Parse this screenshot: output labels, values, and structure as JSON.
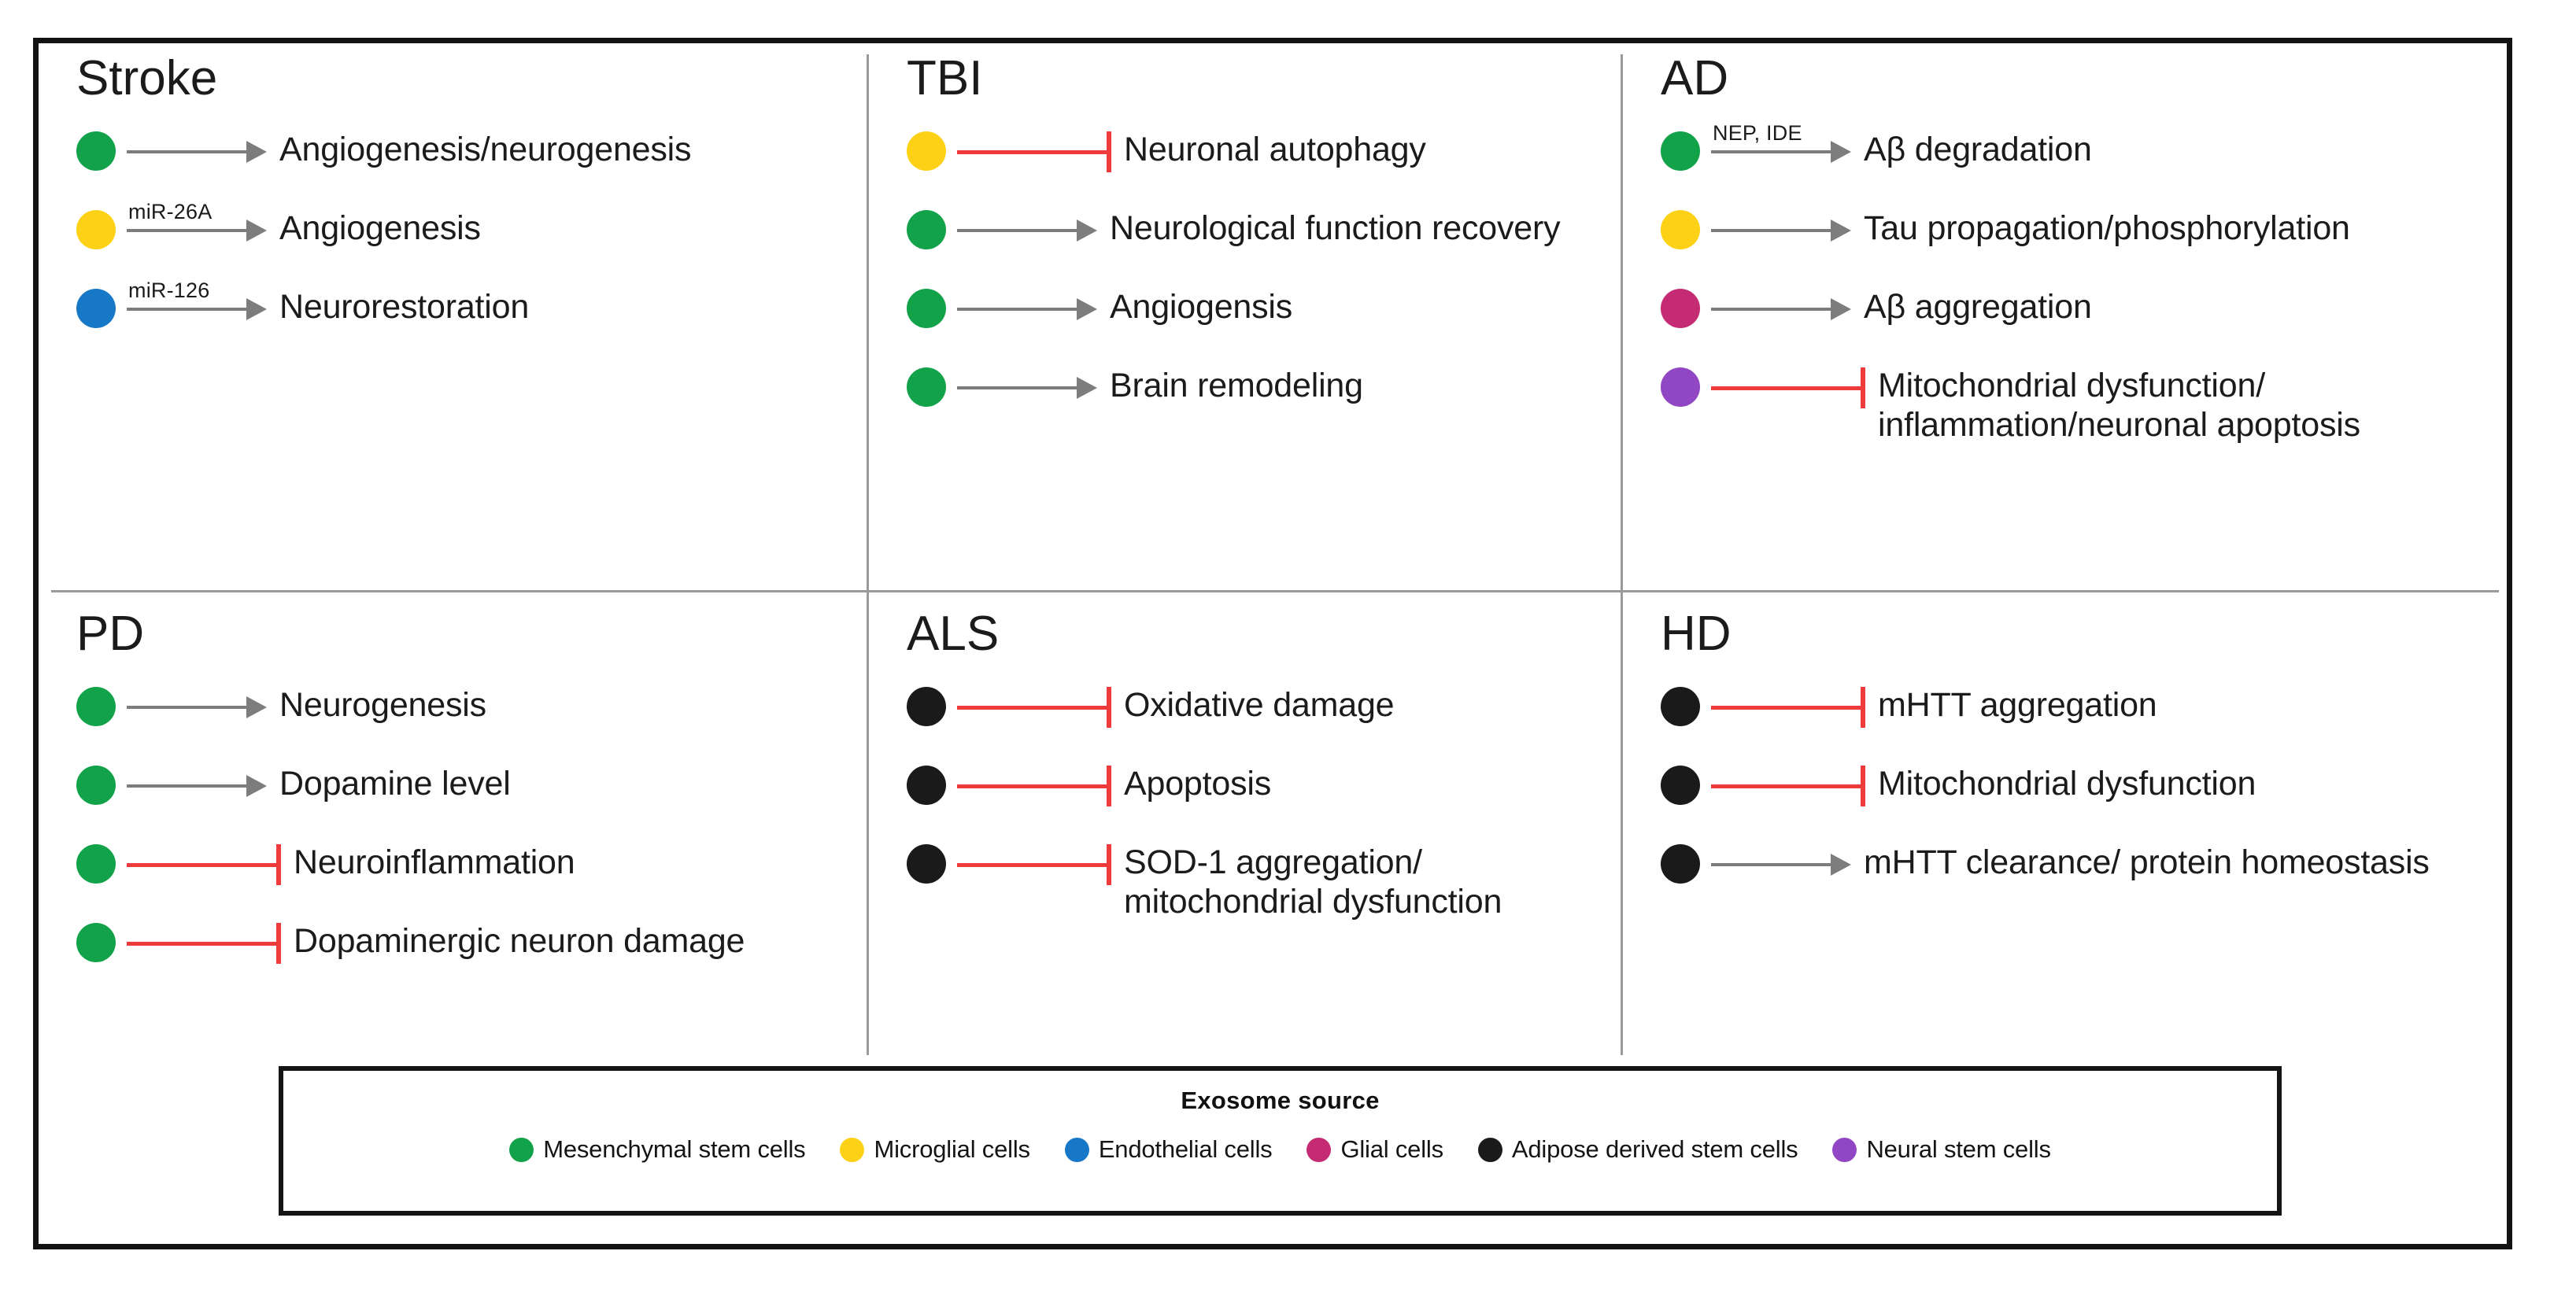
{
  "colors": {
    "green": "#12A24A",
    "yellow": "#FCD116",
    "blue": "#1878C8",
    "magenta": "#C42B73",
    "black": "#1A1A1A",
    "purple": "#9146C4",
    "arrow_gray": "#7D7D7D",
    "inhibit_red": "#EF3B3B",
    "frame_black": "#121212",
    "divider_gray": "#9A9A9A"
  },
  "panels": {
    "stroke": {
      "title": "Stroke",
      "rows": [
        {
          "color": "green",
          "relation": "promote",
          "cap": "",
          "label": "Angiogenesis/neurogenesis"
        },
        {
          "color": "yellow",
          "relation": "promote",
          "cap": "miR-26A",
          "label": "Angiogenesis"
        },
        {
          "color": "blue",
          "relation": "promote",
          "cap": "miR-126",
          "label": "Neurorestoration"
        }
      ]
    },
    "tbi": {
      "title": "TBI",
      "rows": [
        {
          "color": "yellow",
          "relation": "inhibit",
          "cap": "",
          "label": "Neuronal autophagy"
        },
        {
          "color": "green",
          "relation": "promote",
          "cap": "",
          "label": "Neurological function recovery"
        },
        {
          "color": "green",
          "relation": "promote",
          "cap": "",
          "label": "Angiogensis"
        },
        {
          "color": "green",
          "relation": "promote",
          "cap": "",
          "label": "Brain remodeling"
        }
      ]
    },
    "ad": {
      "title": "AD",
      "rows": [
        {
          "color": "green",
          "relation": "promote",
          "cap": "NEP, IDE",
          "label": "Aβ degradation"
        },
        {
          "color": "yellow",
          "relation": "promote",
          "cap": "",
          "label": "Tau propagation/phosphorylation"
        },
        {
          "color": "magenta",
          "relation": "promote",
          "cap": "",
          "label": "Aβ aggregation"
        },
        {
          "color": "purple",
          "relation": "inhibit",
          "cap": "",
          "label": "Mitochondrial dysfunction/ inflammation/neuronal apoptosis"
        }
      ]
    },
    "pd": {
      "title": "PD",
      "rows": [
        {
          "color": "green",
          "relation": "promote",
          "cap": "",
          "label": "Neurogenesis"
        },
        {
          "color": "green",
          "relation": "promote",
          "cap": "",
          "label": "Dopamine level"
        },
        {
          "color": "green",
          "relation": "inhibit",
          "cap": "",
          "label": "Neuroinflammation"
        },
        {
          "color": "green",
          "relation": "inhibit",
          "cap": "",
          "label": "Dopaminergic neuron damage"
        }
      ]
    },
    "als": {
      "title": "ALS",
      "rows": [
        {
          "color": "black",
          "relation": "inhibit",
          "cap": "",
          "label": "Oxidative damage"
        },
        {
          "color": "black",
          "relation": "inhibit",
          "cap": "",
          "label": "Apoptosis"
        },
        {
          "color": "black",
          "relation": "inhibit",
          "cap": "",
          "label": "SOD-1 aggregation/ mitochondrial dysfunction"
        }
      ]
    },
    "hd": {
      "title": "HD",
      "rows": [
        {
          "color": "black",
          "relation": "inhibit",
          "cap": "",
          "label": "mHTT aggregation"
        },
        {
          "color": "black",
          "relation": "inhibit",
          "cap": "",
          "label": "Mitochondrial dysfunction"
        },
        {
          "color": "black",
          "relation": "promote",
          "cap": "",
          "label": "mHTT clearance/ protein homeostasis"
        }
      ]
    }
  },
  "legend": {
    "title": "Exosome source",
    "items": [
      {
        "color": "green",
        "label": "Mesenchymal stem cells"
      },
      {
        "color": "yellow",
        "label": "Microglial cells"
      },
      {
        "color": "blue",
        "label": "Endothelial cells"
      },
      {
        "color": "magenta",
        "label": "Glial cells"
      },
      {
        "color": "black",
        "label": "Adipose derived stem cells"
      },
      {
        "color": "purple",
        "label": "Neural stem cells"
      }
    ]
  }
}
